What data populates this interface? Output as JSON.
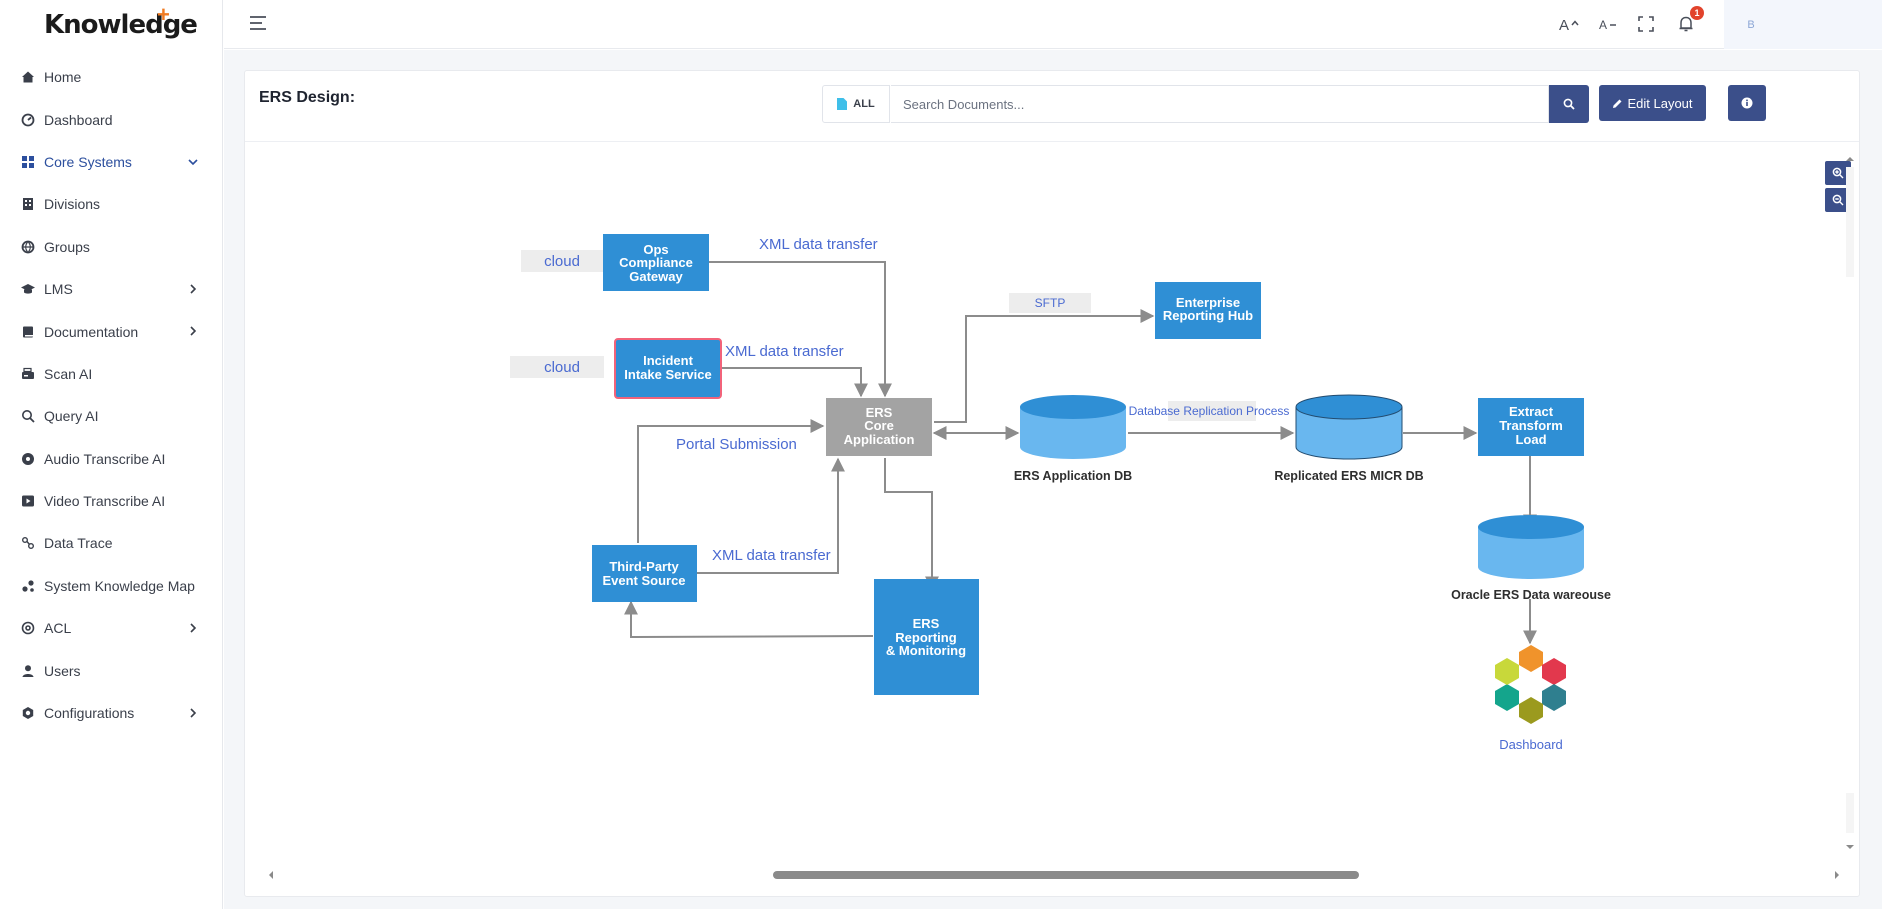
{
  "app": {
    "logo": "Knowledge",
    "logo_mark": "+"
  },
  "sidebar": {
    "items": [
      {
        "label": "Home",
        "icon": "home-icon"
      },
      {
        "label": "Dashboard",
        "icon": "gauge-icon"
      },
      {
        "label": "Core Systems",
        "icon": "grid-icon",
        "active": true,
        "chevron": "down"
      },
      {
        "label": "Divisions",
        "icon": "building-icon"
      },
      {
        "label": "Groups",
        "icon": "globe-icon"
      },
      {
        "label": "LMS",
        "icon": "graduation-cap-icon",
        "chevron": "right"
      },
      {
        "label": "Documentation",
        "icon": "book-icon",
        "chevron": "right"
      },
      {
        "label": "Scan AI",
        "icon": "scanner-icon"
      },
      {
        "label": "Query AI",
        "icon": "magnifier-icon"
      },
      {
        "label": "Audio Transcribe AI",
        "icon": "audio-icon"
      },
      {
        "label": "Video Transcribe AI",
        "icon": "video-icon"
      },
      {
        "label": "Data Trace",
        "icon": "trace-icon"
      },
      {
        "label": "System Knowledge Map",
        "icon": "map-icon"
      },
      {
        "label": "ACL",
        "icon": "at-icon",
        "chevron": "right"
      },
      {
        "label": "Users",
        "icon": "user-icon"
      },
      {
        "label": "Configurations",
        "icon": "cog-icon",
        "chevron": "right"
      }
    ]
  },
  "topbar": {
    "notification_count": "1",
    "avatar_initial": "B"
  },
  "page": {
    "title": "ERS Design:",
    "filter_label": "ALL",
    "search_placeholder": "Search Documents...",
    "edit_label": "Edit Layout"
  },
  "diagram": {
    "colors": {
      "box": "#2f8fd5",
      "core": "#a3a3a3",
      "db_top": "#2f8fd5",
      "db_body": "#69b7ef",
      "edge": "#8c8c8c",
      "label": "#4a6ad1",
      "highlight": "#f2637a"
    },
    "nodes": {
      "ops": [
        "Ops",
        "Compliance",
        "Gateway"
      ],
      "incident": [
        "Incident",
        "Intake Service"
      ],
      "core": [
        "ERS",
        "Core",
        "Application"
      ],
      "third_party": [
        "Third-Party",
        "Event Source"
      ],
      "reporting": [
        "ERS",
        "Reporting",
        "& Monitoring"
      ],
      "hub": [
        "Enterprise",
        "Reporting Hub"
      ],
      "etl": [
        "Extract",
        "Transform",
        "Load"
      ],
      "app_db": "ERS Application DB",
      "replicated_db": "Replicated ERS MICR DB",
      "oracle_dw": "Oracle ERS Data wareouse",
      "dashboard": "Dashboard",
      "cloud_1": "cloud",
      "cloud_2": "cloud"
    },
    "edge_labels": {
      "ops_core": "XML data transfer",
      "incident_core": "XML data transfer",
      "portal": "Portal Submission",
      "third_core": "XML data transfer",
      "sftp": "SFTP",
      "replication": "Database Replication Process"
    }
  }
}
